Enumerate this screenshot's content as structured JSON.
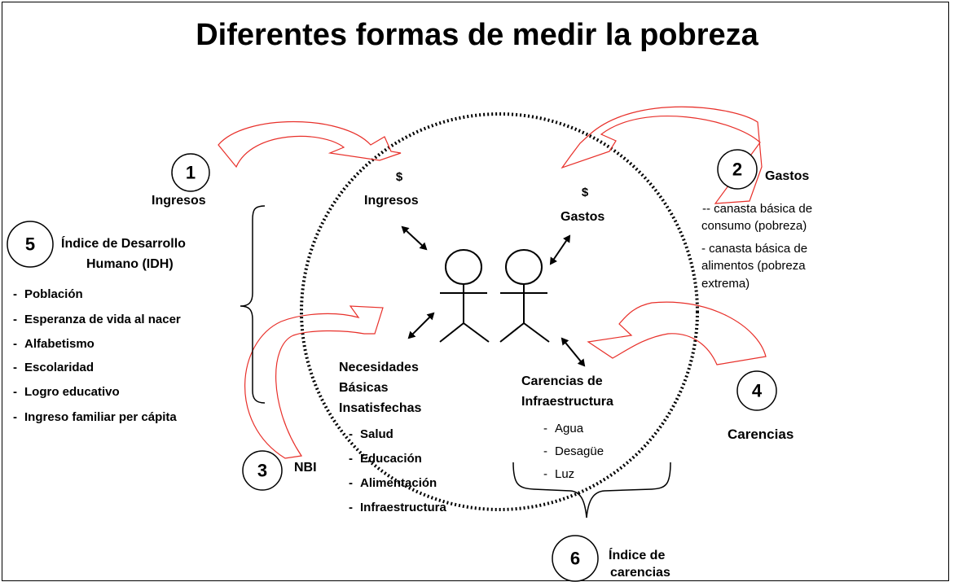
{
  "title": "Diferentes formas de medir la pobreza",
  "numbers": [
    "1",
    "2",
    "3",
    "4",
    "5",
    "6"
  ],
  "labels": {
    "ingresos_outer": "Ingresos",
    "gastos_outer": "Gastos",
    "nbi_outer": "NBI",
    "carencias_outer": "Carencias",
    "idh_line1": "Índice de Desarrollo",
    "idh_line2": "Humano (IDH)",
    "indice_carencias_line1": "Índice de",
    "indice_carencias_line2": "carencias"
  },
  "inner": {
    "dollar": "$",
    "ingresos": "Ingresos",
    "gastos": "Gastos",
    "nbi_line1": "Necesidades",
    "nbi_line2": "Básicas",
    "nbi_line3": "Insatisfechas",
    "carencias_line1": "Carencias de",
    "carencias_line2": "Infraestructura"
  },
  "bullet_dash": "-",
  "gastos_items": [
    "- canasta básica de consumo (pobreza)",
    "canasta básica de alimentos (pobreza extrema)"
  ],
  "gastos_lines": [
    "-- canasta básica de",
    "consumo (pobreza)",
    "- canasta básica de",
    "alimentos (pobreza",
    "extrema)"
  ],
  "idh_items": [
    "Población",
    "Esperanza de vida al nacer",
    "Alfabetismo",
    "Escolaridad",
    "Logro educativo",
    "Ingreso familiar per cápita"
  ],
  "nbi_items": [
    "Salud",
    "Educación",
    "Alimentación",
    "Infraestructura"
  ],
  "carencias_items": [
    "Agua",
    "Desagüe",
    "Luz"
  ],
  "colors": {
    "arrow_outline": "#e8302a",
    "line": "#000000",
    "background": "#ffffff"
  },
  "icons": [
    "person-icon",
    "double-arrow-icon",
    "curved-arrow-icon",
    "brace-icon"
  ]
}
